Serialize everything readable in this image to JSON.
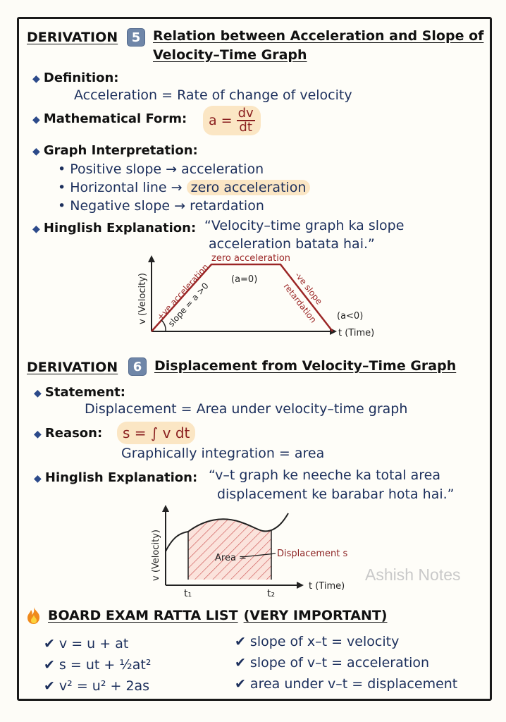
{
  "d5": {
    "label": "DERIVATION",
    "number": "5",
    "title_line1": "Relation between Acceleration and Slope of",
    "title_line2": "Velocity–Time Graph",
    "definition_label": "Definition:",
    "definition_text": "Acceleration = Rate of change of velocity",
    "math_label": "Mathematical Form:",
    "math_lhs": "a =",
    "math_num": "dv",
    "math_den": "dt",
    "graph_label": "Graph Interpretation:",
    "graph_items": [
      {
        "pre": "Positive slope → acceleration",
        "hl": ""
      },
      {
        "pre": "Horizontal line → ",
        "hl": "zero acceleration"
      },
      {
        "pre": "Negative slope → retardation",
        "hl": ""
      }
    ],
    "hinglish_label": "Hinglish Explanation:",
    "hinglish_line1": "“Velocity–time graph ka slope",
    "hinglish_line2": "acceleration batata hai.”",
    "graph": {
      "y_axis": "v (Velocity)",
      "x_axis": "t (Time)",
      "rise_label": "+ve acceleration",
      "slope_label": "slope = a >0",
      "flat_label": "zero acceleration",
      "flat_value": "(a=0)",
      "fall_label": "-ve slope",
      "fall_sub": "retardation",
      "fall_value": "(a<0)"
    }
  },
  "d6": {
    "label": "DERIVATION",
    "number": "6",
    "title": "Displacement from Velocity–Time Graph",
    "statement_label": "Statement:",
    "statement_text": "Displacement = Area under velocity–time graph",
    "reason_label": "Reason:",
    "reason_formula": "s = ∫ v dt",
    "reason_text": "Graphically integration = area",
    "hinglish_label": "Hinglish Explanation:",
    "hinglish_line1": "“v–t graph ke neeche ka total area",
    "hinglish_line2": "displacement ke barabar hota hai.”",
    "graph": {
      "y_axis": "v (Velocity)",
      "x_axis": "t (Time)",
      "area_label": "Area =",
      "disp_label": "Displacement s",
      "t1": "t₁",
      "t2": "t₂"
    }
  },
  "watermark": "Ashish Notes",
  "ratta": {
    "icon": "fire-icon",
    "title_part1": "BOARD EXAM RATTA LIST",
    "title_part2": "(VERY IMPORTANT)",
    "left": [
      "v = u + at",
      "s = ut + ½at²",
      "v² = u² + 2as"
    ],
    "right": [
      "slope of x–t = velocity",
      "slope of v–t = acceleration",
      "area under v–t = displacement"
    ]
  }
}
